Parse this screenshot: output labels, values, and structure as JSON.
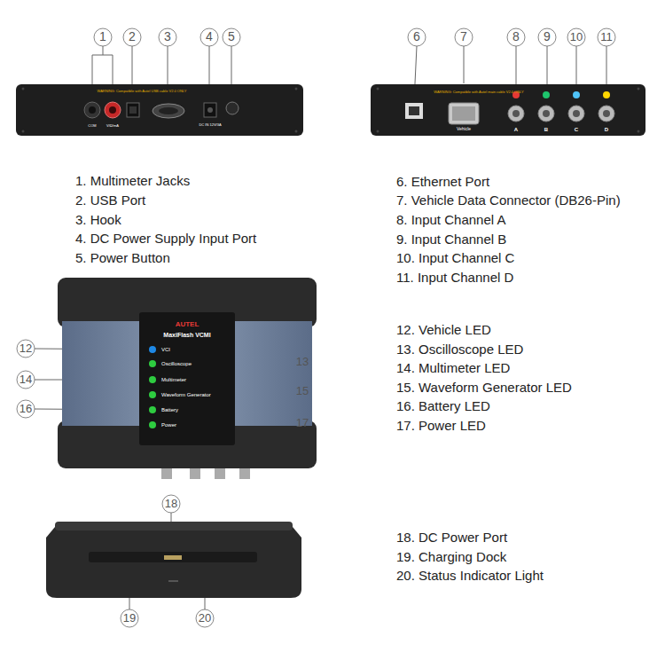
{
  "diagram": {
    "labels": [
      "1",
      "2",
      "3",
      "4",
      "5",
      "6",
      "7",
      "8",
      "9",
      "10",
      "11",
      "1. Multimeter Jacks",
      "2. USB Port",
      "3. Hook",
      "4. DC Power Supply Input Port",
      "5. Power Button",
      "6. Ethernet Port",
      "7. Vehicle Data Connector (DB26-Pin)",
      "8. Input Channel A",
      "9. Input Channel B",
      "10. Input Channel C",
      "11. Input Channel D",
      "12. Vehicle LED",
      "13. Oscilloscope LED",
      "14. Multimeter LED",
      "15. Waveform Generator LED",
      "16. Battery LED",
      "17. Power LED",
      "12",
      "13",
      "14",
      "15",
      "16",
      "17",
      "18",
      "18. DC Power Port",
      "19. Charging Dock",
      "20. Status Indicator Light",
      "19",
      "20",
      "COM",
      "V/Ω/mA",
      "WARNING: Compatible with Autel USB cable V2.0 ONLY",
      "DC IN 12V/3A",
      "WARNING: Compatible with Autel main cable V2.0 ONLY",
      "Vehicle",
      "A",
      "B",
      "C",
      "D",
      "AUTEL",
      "MaxiFlash VCMI",
      "VCI",
      "Oscilloscope",
      "Multimeter",
      "Waveform Generator",
      "Battery",
      "Power"
    ]
  }
}
